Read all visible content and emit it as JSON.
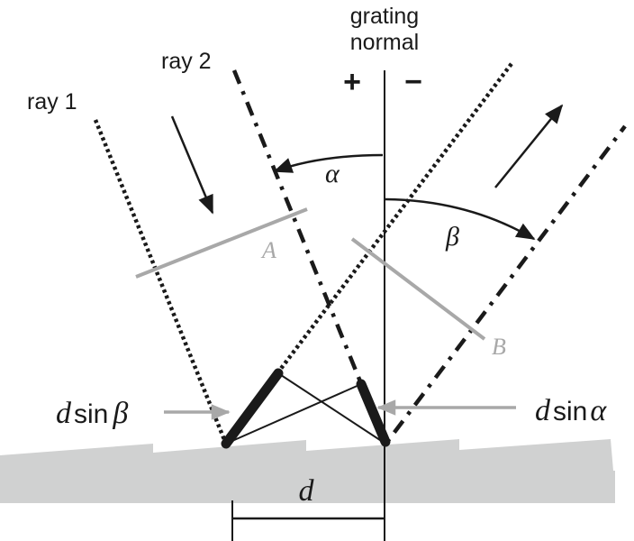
{
  "title": "Diffraction grating geometry",
  "labels": {
    "grating_normal_line1": "grating",
    "grating_normal_line2": "normal",
    "plus_sign": "+",
    "minus_sign": "−",
    "ray1": "ray 1",
    "ray2": "ray 2",
    "alpha": "α",
    "beta": "β",
    "wavefront_a": "A",
    "wavefront_b": "B",
    "d_sin_beta_d": "d",
    "d_sin_beta_sin": "sin",
    "d_sin_beta_greek": "β",
    "d_sin_alpha_d": "d",
    "d_sin_alpha_sin": "sin",
    "d_sin_alpha_greek": "α",
    "period": "d"
  },
  "colors": {
    "ink": "#1a1a1a",
    "wavefront": "#a8a8a8",
    "grating": "#d0d1d1",
    "pointer": "#a8a8a8"
  }
}
